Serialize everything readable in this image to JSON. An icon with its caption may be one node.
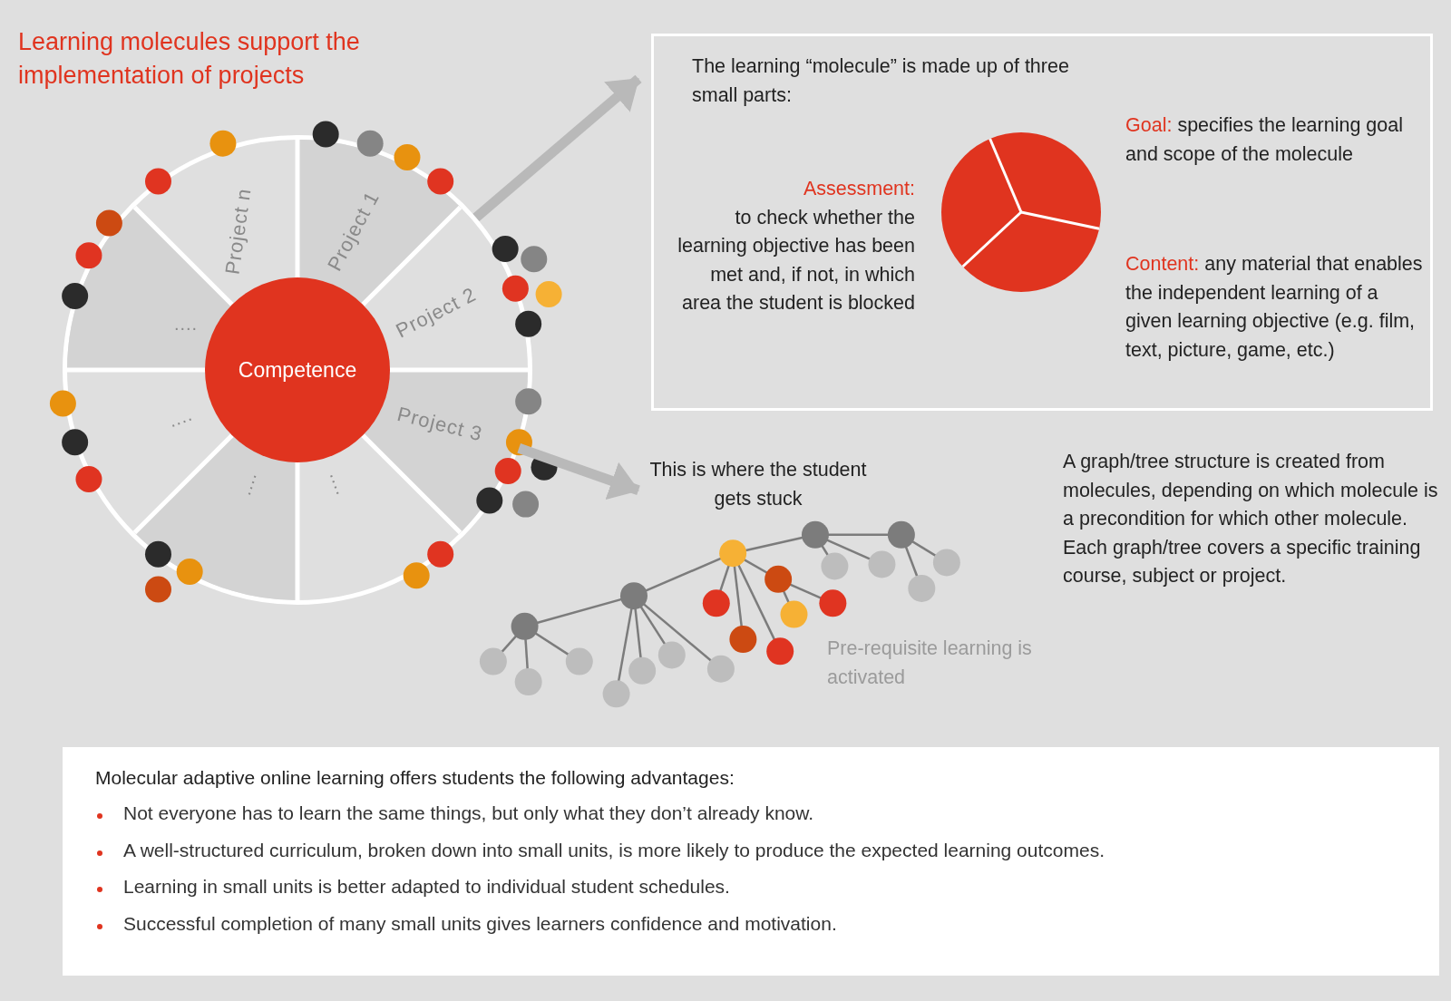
{
  "diagram": {
    "title": "Learning molecules support the implementation of projects",
    "nodes": [
      {
        "text": [],
        "shape": "circle"
      },
      {
        "text": [
          "Competence"
        ],
        "in": 0
      },
      {
        "text": [
          "The learning “molecule” is made up of three small parts:",
          "Assessment:",
          "to check whether the learning objective has been met and, if not, in which area the student is blocked",
          "Goal:",
          "specifies the learning goal and scope of the molecule",
          "Content:",
          "any material that enables the independent learning of a given learning objective (e.g. film, text, picture, game, etc.)"
        ]
      },
      {
        "text": [
          "This is where the student gets stuck"
        ]
      },
      {
        "text": [
          "Molecular adaptive online learning offers students the following advantages:",
          "Not everyone has to learn the same things, but only what they don’t already know.",
          "A well-structured curriculum, broken down into small units, is more likely to produce the expected learning outcomes.",
          "Learning in small units is better adapted to individual student schedules.",
          "Successful completion of many small units gives learners confidence and motivation."
        ]
      }
    ],
    "edges": [
      {
        "from": 0,
        "to": 2,
        "arrow": "to"
      },
      {
        "from": 0,
        "to": 3,
        "arrow": "to"
      }
    ],
    "labels": [
      "Project n",
      "Project 1",
      "Project 2",
      "....",
      "....",
      "Project 3",
      "....",
      "....",
      "A graph/tree structure is created from molecules, depending on which molecule is a precondition for which other molecule. Each graph/tree covers a specific training course, subject or project.",
      "Pre-requisite learning is activated"
    ]
  }
}
